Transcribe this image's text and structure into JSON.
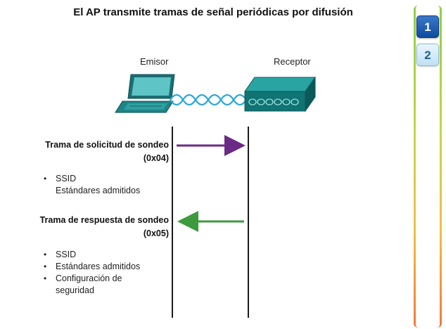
{
  "title": "El AP transmite tramas de señal periódicas por difusión",
  "devices": {
    "sender": "Emisor",
    "receiver": "Receptor"
  },
  "frames": [
    {
      "label_line1": "Trama de solicitud de sondeo",
      "label_line2": "(0x04)",
      "direction": "right",
      "arrow_color": "#6a2a86",
      "bullets": [
        "SSID",
        "Estándares admitidos"
      ]
    },
    {
      "label_line1": "Trama de respuesta de sondeo",
      "label_line2": "(0x05)",
      "direction": "left",
      "arrow_color": "#3d9a3d",
      "bullets": [
        "SSID",
        "Estándares admitidos",
        "Configuración de",
        "seguridad"
      ]
    }
  ],
  "steps": [
    {
      "label": "1",
      "active": true
    },
    {
      "label": "2",
      "active": false
    }
  ],
  "colors": {
    "device_teal": "#1f8f8f",
    "signal_wave": "#2aa8d8"
  }
}
